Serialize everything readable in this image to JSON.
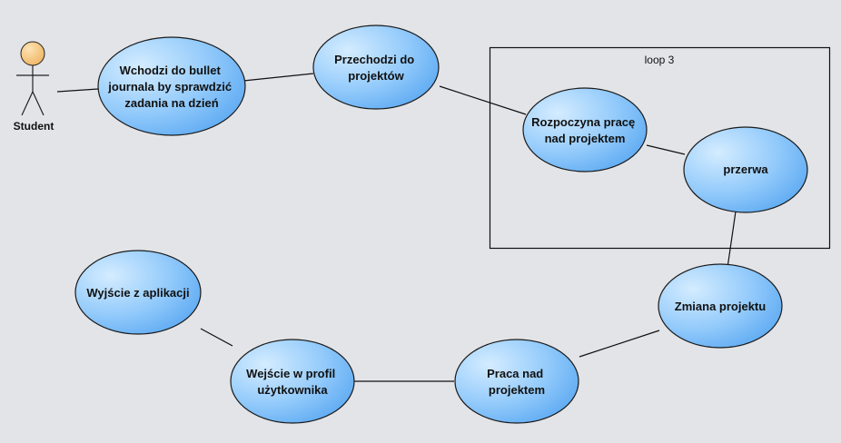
{
  "actor": {
    "name": "Student"
  },
  "loop": {
    "label": "loop 3"
  },
  "use_cases": {
    "uc1": {
      "lines": [
        "Wchodzi do bullet",
        "journala by sprawdzić",
        "zadania na dzień"
      ]
    },
    "uc2": {
      "lines": [
        "Przechodzi do",
        "projektów"
      ]
    },
    "uc3": {
      "lines": [
        "Rozpoczyna pracę",
        "nad projektem"
      ]
    },
    "uc4": {
      "lines": [
        "przerwa"
      ]
    },
    "uc5": {
      "lines": [
        "Zmiana projektu"
      ]
    },
    "uc6": {
      "lines": [
        "Praca nad",
        "projektem"
      ]
    },
    "uc7": {
      "lines": [
        "Wejście w profil",
        "użytkownika"
      ]
    },
    "uc8": {
      "lines": [
        "Wyjście z aplikacji"
      ]
    }
  },
  "colors": {
    "background": "#e3e4e8",
    "usecase_fill_light": "#cde7ff",
    "usecase_fill_dark": "#5aaaf5",
    "usecase_stroke": "#1a1a1a",
    "actor_head": "#f3c477",
    "line": "#111111"
  }
}
